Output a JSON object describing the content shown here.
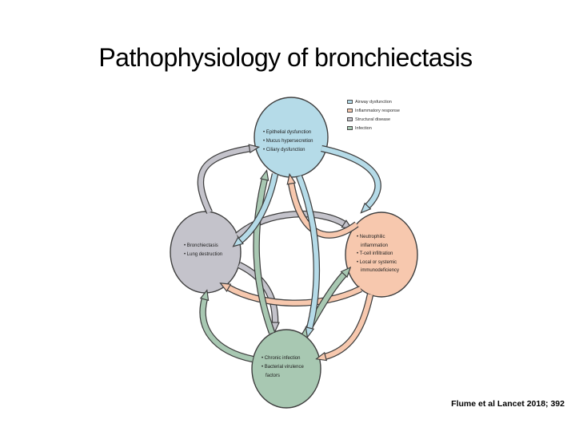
{
  "slide": {
    "title": "Pathophysiology of bronchiectasis",
    "citation": "Flume et al Lancet 2018; 392"
  },
  "colors": {
    "airway": "#b5dbe8",
    "inflammatory": "#f7c8ae",
    "structural": "#c4c3cb",
    "infection": "#a8c8b2",
    "outline": "#3f3f3f",
    "text": "#1c1c1c"
  },
  "legend": {
    "items": [
      {
        "label": "Airway dysfunction",
        "color_key": "airway"
      },
      {
        "label": "Inflammatory response",
        "color_key": "inflammatory"
      },
      {
        "label": "Structural disease",
        "color_key": "structural"
      },
      {
        "label": "Infection",
        "color_key": "infection"
      }
    ]
  },
  "nodes": {
    "airway": {
      "category": "Airway dysfunction",
      "items": [
        "Epithelial dysfunction",
        "Mucus hypersecretion",
        "Ciliary dysfunction"
      ]
    },
    "structural": {
      "category": "Structural disease",
      "items": [
        "Bronchiectasis",
        "Lung destruction"
      ]
    },
    "inflammatory": {
      "category": "Inflammatory response",
      "items": [
        "Neutrophilic inflammation",
        "T-cell infiltration",
        "Local or systemic immunodeficiency"
      ]
    },
    "infection": {
      "category": "Infection",
      "items": [
        "Chronic infection",
        "Bacterial virulence factors"
      ]
    }
  },
  "arrows": [
    {
      "from": "structural",
      "to": "airway"
    },
    {
      "from": "airway",
      "to": "inflammatory"
    },
    {
      "from": "inflammatory",
      "to": "infection"
    },
    {
      "from": "infection",
      "to": "structural"
    },
    {
      "from": "structural",
      "to": "inflammatory"
    },
    {
      "from": "structural",
      "to": "infection"
    },
    {
      "from": "inflammatory",
      "to": "airway"
    },
    {
      "from": "inflammatory",
      "to": "structural"
    },
    {
      "from": "infection",
      "to": "airway"
    },
    {
      "from": "infection",
      "to": "inflammatory"
    },
    {
      "from": "airway",
      "to": "structural"
    },
    {
      "from": "airway",
      "to": "infection"
    }
  ]
}
